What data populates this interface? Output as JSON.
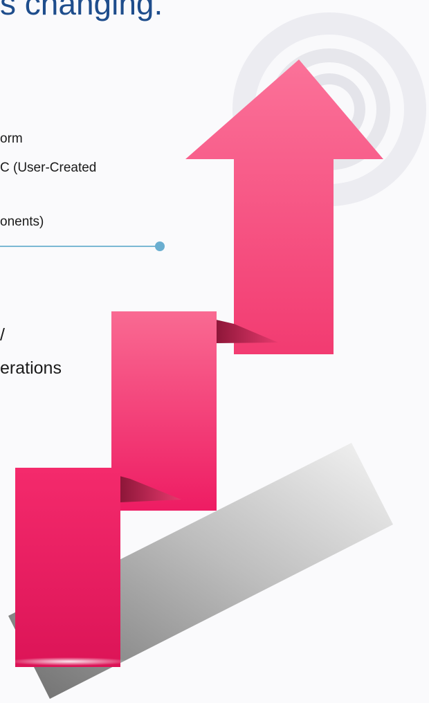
{
  "heading": "s changing.",
  "bullets_upper": [
    "orm",
    "C (User-Created",
    "",
    "onents)"
  ],
  "bullets_lower": [
    "/",
    "erations"
  ],
  "colors": {
    "heading": "#1e4d8c",
    "arrow_pink": "#f5396f",
    "arrow_light": "#fb6f98",
    "divider": "#7ab8d4"
  },
  "icons": [
    "target-rings-icon",
    "up-arrow-icon",
    "stair-step-icon"
  ]
}
